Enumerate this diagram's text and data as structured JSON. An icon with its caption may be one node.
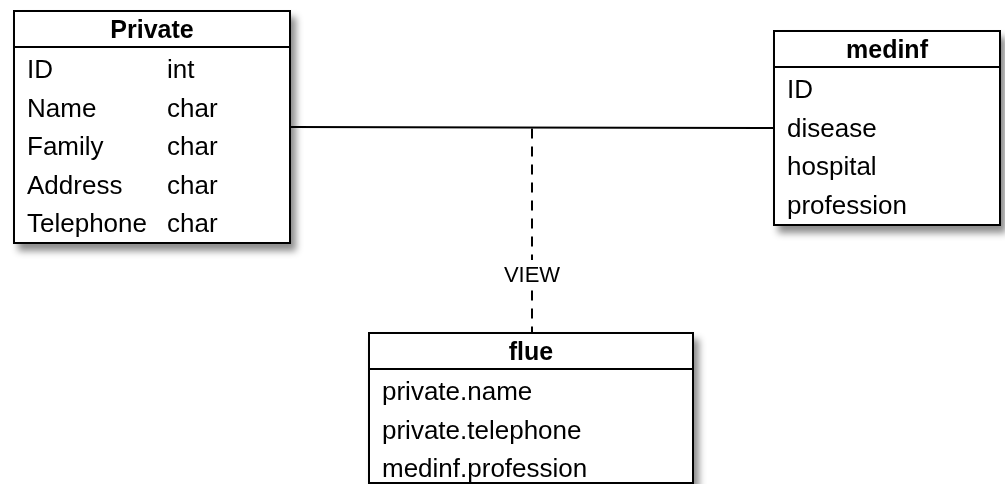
{
  "diagram": {
    "nodes": [
      {
        "text": [
          "Private",
          "ID",
          "int",
          "Name",
          "char",
          "Family",
          "char",
          "Address",
          "char",
          "Telephone",
          "char"
        ]
      },
      {
        "text": [
          "medinf",
          "ID",
          "disease",
          "hospital",
          "profession"
        ]
      },
      {
        "text": [
          "flue",
          "private.name",
          "private.telephone",
          "medinf.profession"
        ]
      }
    ],
    "edges": [
      {
        "from": 0,
        "to": 1,
        "arrow": "none"
      },
      {
        "from": null,
        "to": 2,
        "arrow": "none",
        "style": "dashed",
        "label": "VIEW"
      }
    ]
  }
}
